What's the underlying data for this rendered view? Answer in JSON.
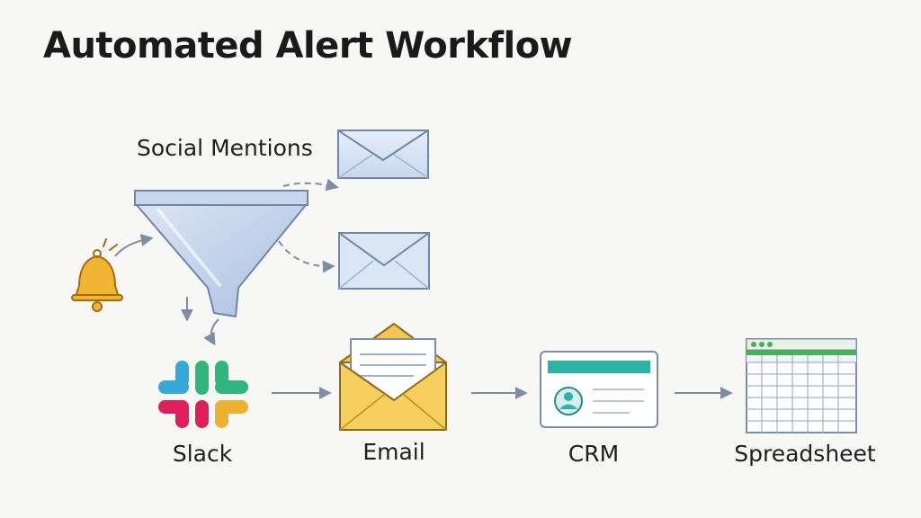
{
  "title": "Automated Alert Workflow",
  "labels": {
    "source": "Social Mentions",
    "slack": "Slack",
    "email": "Email",
    "crm": "CRM",
    "spreadsheet": "Spreadsheet"
  },
  "icons": {
    "bell": "bell-icon",
    "funnel": "funnel-icon",
    "envelope_top": "envelope-icon",
    "envelope_mid": "envelope-icon",
    "slack": "slack-icon",
    "email": "open-envelope-icon",
    "crm": "contact-card-icon",
    "spreadsheet": "spreadsheet-icon"
  },
  "colors": {
    "funnel": "#b9cbe6",
    "bell": "#f2b533",
    "email_envelope": "#f5c64d",
    "crm_header": "#2bb3a3",
    "sheet_header": "#4cae5b",
    "arrow": "#7d8ea3",
    "slack_blue": "#36a9d8",
    "slack_green": "#2eb67d",
    "slack_red": "#e01e5a",
    "slack_yellow": "#ecb22e"
  }
}
